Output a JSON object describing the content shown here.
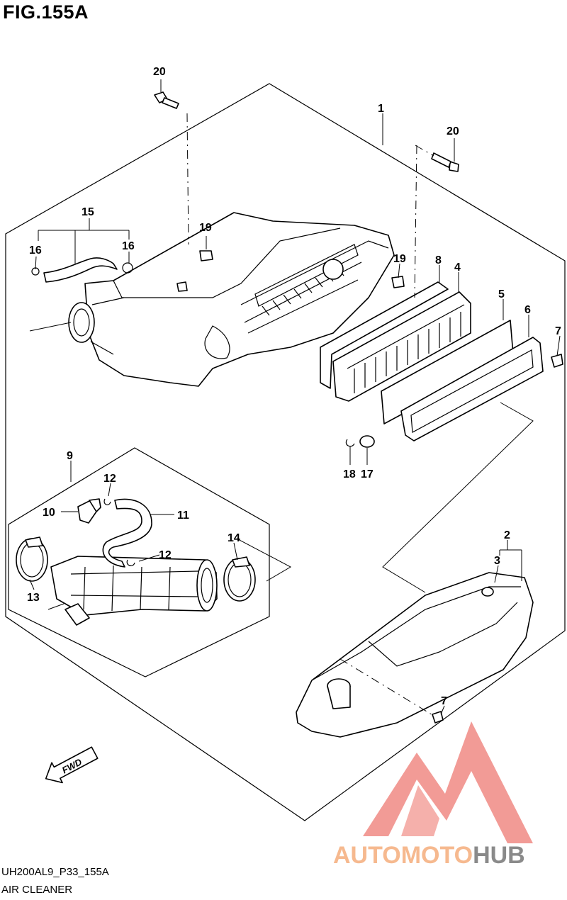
{
  "figure": {
    "title": "FIG.155A"
  },
  "callouts": {
    "c1": "1",
    "c2": "2",
    "c3": "3",
    "c4": "4",
    "c5": "5",
    "c6": "6",
    "c7a": "7",
    "c7b": "7",
    "c8": "8",
    "c9": "9",
    "c10": "10",
    "c11": "11",
    "c12a": "12",
    "c12b": "12",
    "c13": "13",
    "c14": "14",
    "c15": "15",
    "c16a": "16",
    "c16b": "16",
    "c17": "17",
    "c18": "18",
    "c19a": "19",
    "c19b": "19",
    "c20a": "20",
    "c20b": "20"
  },
  "fwd_label": "FWD",
  "watermark": {
    "text": "AUTOMOTOHUB",
    "part_orange": "AUTOMOTO",
    "part_gray": "HUB",
    "color_orange": "#f6b98f",
    "color_gray": "#8a8a8a",
    "color_triangle": "#f08a84"
  },
  "footer": {
    "code": "UH200AL9_P33_155A",
    "name": "AIR CLEANER"
  }
}
